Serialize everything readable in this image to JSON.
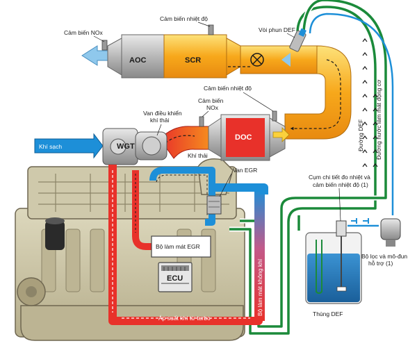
{
  "labels": {
    "nox_sensor_top": "Cảm biến NOx",
    "temp_sensor_top": "Cảm biến nhiệt độ",
    "def_injector": "Vòi phun DEF",
    "aoc": "AOC",
    "scr": "SCR",
    "temp_sensor_mid": "Cảm biến nhiệt độ",
    "nox_sensor_mid_1": "Cảm biến",
    "nox_sensor_mid_2": "NOx",
    "doc": "DOC",
    "exhaust_valve_1": "Van điều khiển",
    "exhaust_valve_2": "khí thải",
    "exhaust_gas": "Khí thải",
    "clean_air": "Khí sạch",
    "wgt": "WGT",
    "egr_valve": "Van EGR",
    "egr_cooler": "Bộ làm mát EGR",
    "ecu": "ECU",
    "turbo_pressure": "Áp suất khí từ turbo",
    "charge_air_cooler": "Bộ làm mát không khí",
    "def_line": "Đường DEF",
    "coolant_line": "Đường nước làm mát động cơ",
    "level_sensor_1": "Cụm chi tiết đo nhiệt và",
    "level_sensor_2": "cảm biến nhiệt độ (1)",
    "def_tank": "Thùng DEF",
    "filter_1": "Bộ lọc và mô-đun",
    "filter_2": "hỗ trợ (1)"
  },
  "colors": {
    "red": "#e8312a",
    "orange": "#f7a81b",
    "yellow": "#fbd13c",
    "blue": "#1d8fd8",
    "light_blue": "#8fc8ec",
    "green": "#1b8a3a",
    "engine": "#c9c3a6",
    "engine_dark": "#8c8468",
    "def_blue": "#2a7fc4"
  }
}
